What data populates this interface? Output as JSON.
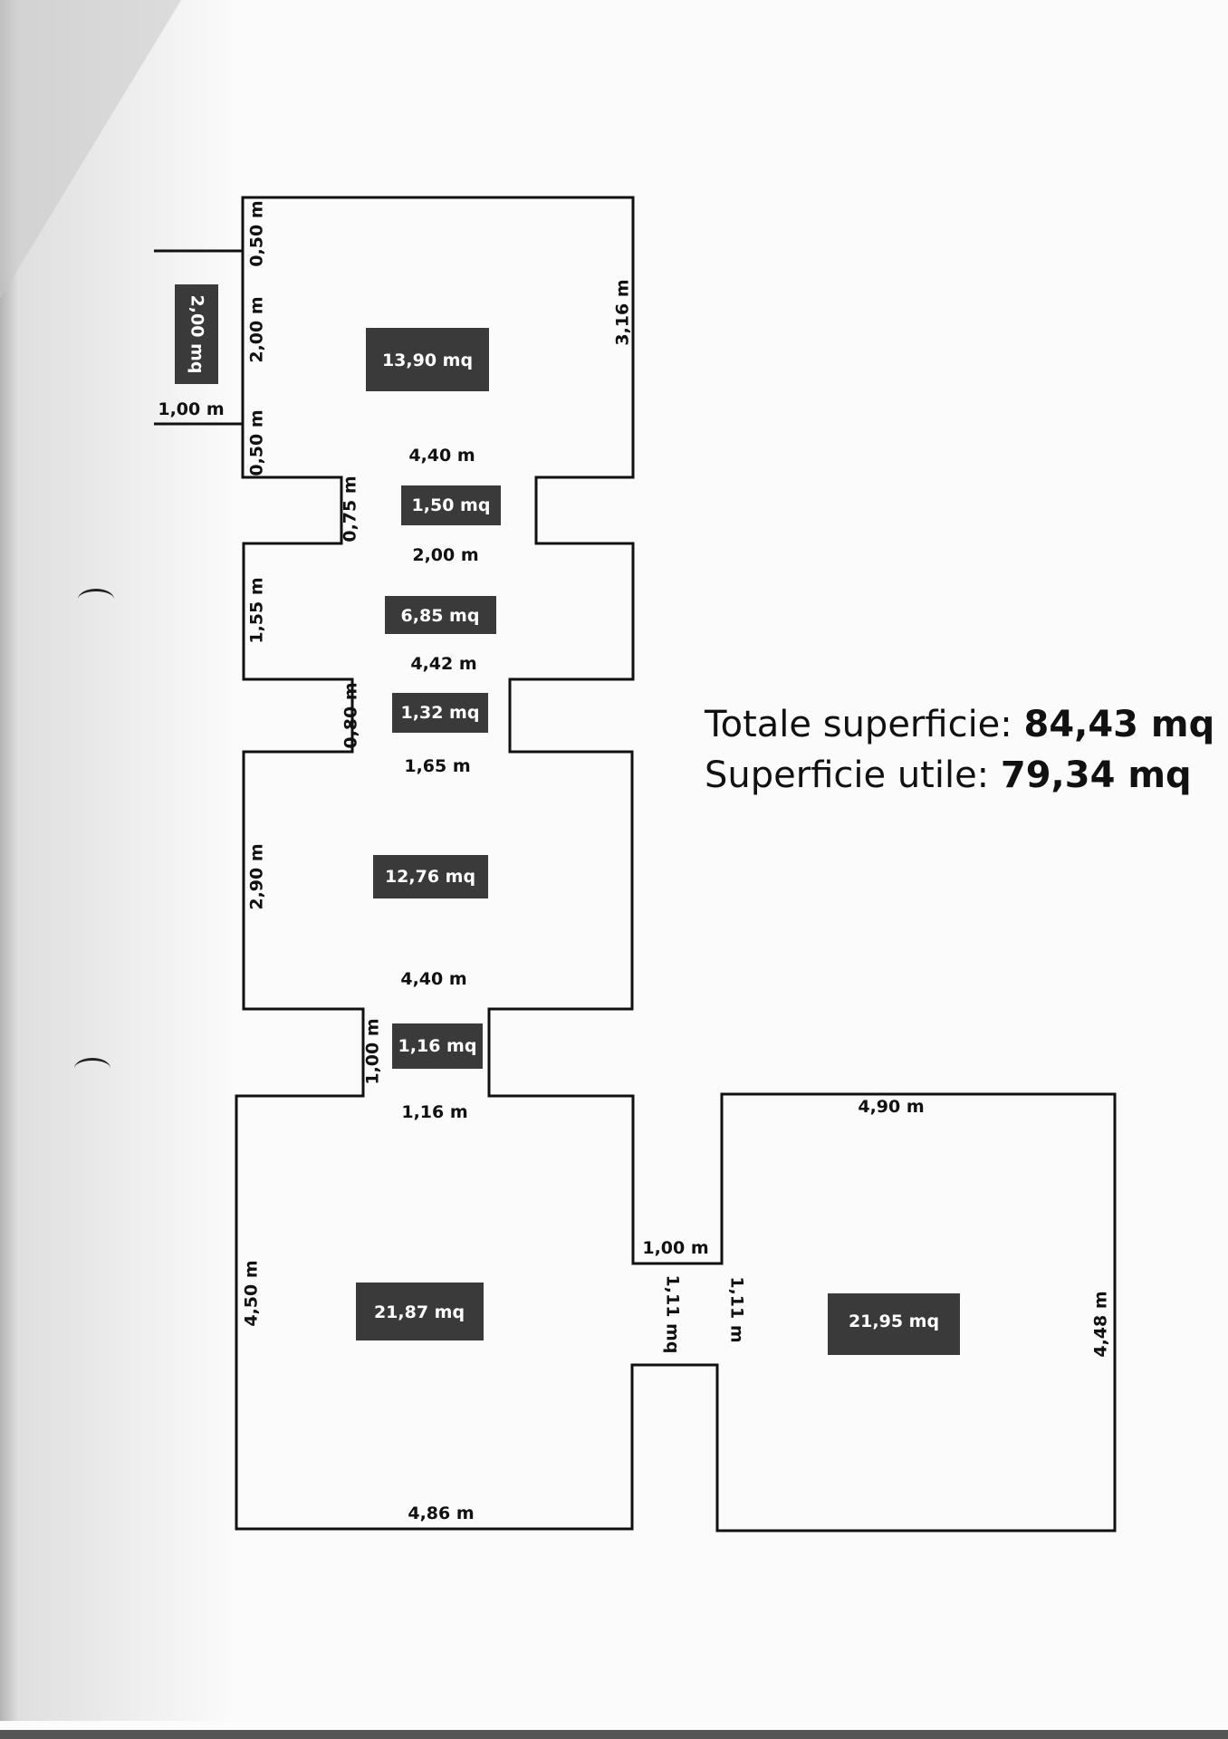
{
  "summary": {
    "total_label": "Totale superficie: ",
    "total_value": "84,43 mq",
    "useful_label": "Superficie utile: ",
    "useful_value": "79,34 mq"
  },
  "rooms": [
    {
      "id": "room-top",
      "area": "13,90 mq"
    },
    {
      "id": "closet-top",
      "area": "2,00 mq"
    },
    {
      "id": "passage-1",
      "area": "1,50 mq"
    },
    {
      "id": "room-2",
      "area": "6,85 mq"
    },
    {
      "id": "passage-2",
      "area": "1,32 mq"
    },
    {
      "id": "room-3",
      "area": "12,76 mq"
    },
    {
      "id": "passage-3",
      "area": "1,16 mq"
    },
    {
      "id": "room-bottom-left",
      "area": "21,87 mq"
    },
    {
      "id": "passage-4",
      "area": "1,11 mq"
    },
    {
      "id": "room-bottom-right",
      "area": "21,95 mq"
    }
  ],
  "dimensions": {
    "d_050_top": "0,50 m",
    "d_200": "2,00 m",
    "d_100_closet": "1,00 m",
    "d_050_bottom": "0,50 m",
    "d_316": "3,16 m",
    "d_440_a": "4,40 m",
    "d_075": "0,75 m",
    "d_200_b": "2,00 m",
    "d_155": "1,55 m",
    "d_442": "4,42 m",
    "d_080": "0,80 m",
    "d_165": "1,65 m",
    "d_290": "2,90 m",
    "d_440_b": "4,40 m",
    "d_100_pass": "1,00 m",
    "d_116": "1,16 m",
    "d_490": "4,90 m",
    "d_100_side": "1,00 m",
    "d_111": "1,11 m",
    "d_450": "4,50 m",
    "d_448": "4,48 m",
    "d_486": "4,86 m"
  }
}
